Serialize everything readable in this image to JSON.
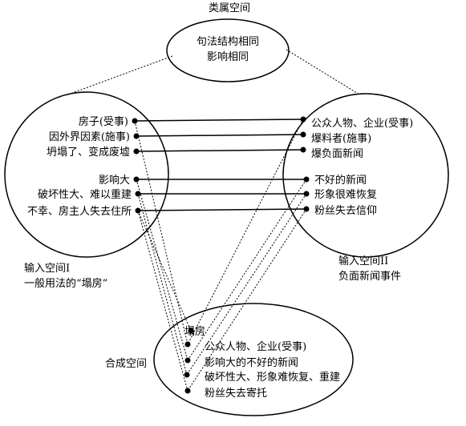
{
  "generic_space": {
    "title": "类属空间",
    "lines": [
      "句法结构相同",
      "影响相同"
    ]
  },
  "input_space_1": {
    "caption": [
      "输入空间I",
      "一般用法的“塌房”"
    ],
    "items": [
      "房子(受事)",
      "因外界因素(施事)",
      "坍塌了、变成废墟",
      "影响大",
      "破坏性大、难以重建",
      "不幸、房主人失去住所"
    ]
  },
  "input_space_2": {
    "caption": [
      "输入空间II",
      "负面新闻事件"
    ],
    "items": [
      "公众人物、企业(受事)",
      "爆料者(施事)",
      "爆负面新闻",
      "不好的新闻",
      "形象很难恢复",
      "粉丝失去信仰"
    ]
  },
  "blended_space": {
    "caption": "合成空间",
    "items": [
      "塌房",
      "公众人物、企业(受事)",
      "影响大的不好的新闻",
      "破坏性大、形象难恢复、重建",
      "粉丝失去寄托"
    ]
  },
  "colors": {
    "stroke": "#000000",
    "background": "#ffffff"
  }
}
